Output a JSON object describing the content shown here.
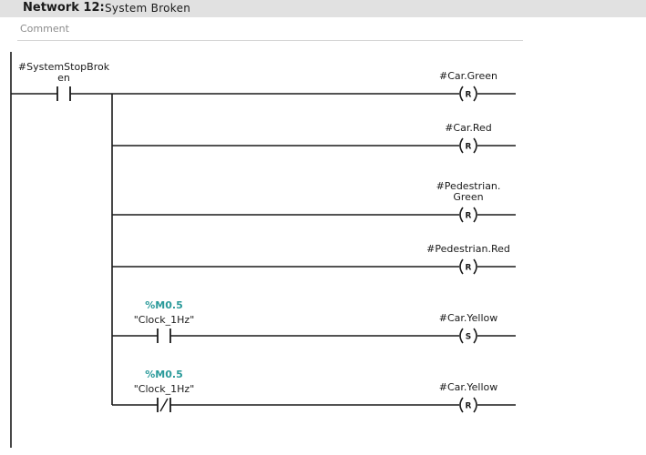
{
  "network": {
    "label": "Network 12:",
    "title": "System  Broken",
    "comment_placeholder": "Comment"
  },
  "rungs": [
    {
      "contact": {
        "name_lines": [
          "#SystemStopBrok",
          "en"
        ],
        "address": "",
        "type": "NO"
      },
      "coil": {
        "name_lines": [
          "#Car.Green"
        ],
        "op": "R"
      }
    },
    {
      "contact": null,
      "coil": {
        "name_lines": [
          "#Car.Red"
        ],
        "op": "R"
      }
    },
    {
      "contact": null,
      "coil": {
        "name_lines": [
          "#Pedestrian.",
          "Green"
        ],
        "op": "R"
      }
    },
    {
      "contact": null,
      "coil": {
        "name_lines": [
          "#Pedestrian.Red"
        ],
        "op": "R"
      }
    },
    {
      "contact": {
        "name_lines": [
          "\"Clock_1Hz\""
        ],
        "address": "%M0.5",
        "type": "NO"
      },
      "coil": {
        "name_lines": [
          "#Car.Yellow"
        ],
        "op": "S"
      }
    },
    {
      "contact": {
        "name_lines": [
          "\"Clock_1Hz\""
        ],
        "address": "%M0.5",
        "type": "NC"
      },
      "coil": {
        "name_lines": [
          "#Car.Yellow"
        ],
        "op": "R"
      }
    }
  ],
  "colors": {
    "address": "#2a9a9a",
    "wire": "#1a1a1a"
  }
}
